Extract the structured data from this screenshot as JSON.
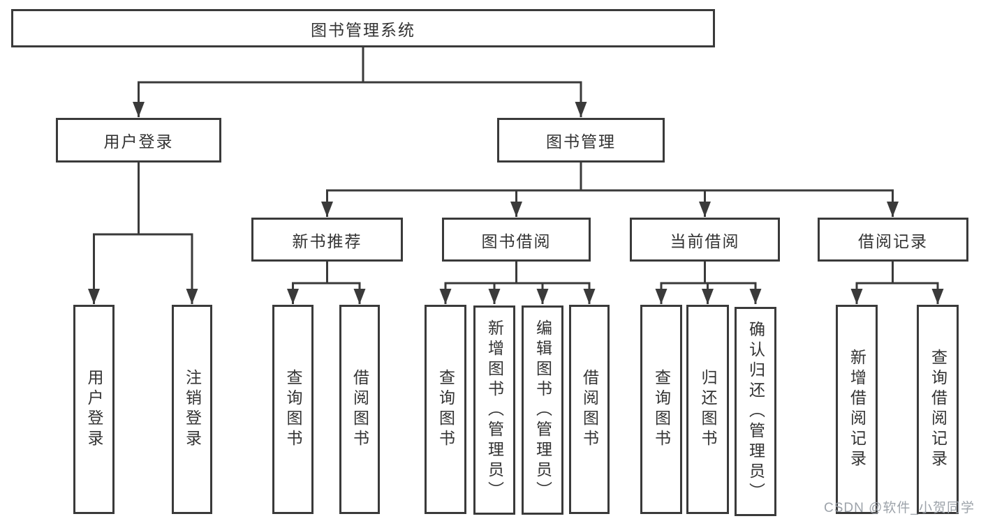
{
  "diagram": {
    "root": {
      "label": "图书管理系统"
    },
    "branches": [
      {
        "label": "用户登录",
        "children": [
          "用户登录",
          "注销登录"
        ]
      },
      {
        "label": "图书管理",
        "sections": [
          {
            "label": "新书推荐",
            "children": [
              "查询图书",
              "借阅图书"
            ]
          },
          {
            "label": "图书借阅",
            "children": [
              "查询图书",
              "新增图书（管理员）",
              "编辑图书（管理员）",
              "借阅图书"
            ]
          },
          {
            "label": "当前借阅",
            "children": [
              "查询图书",
              "归还图书",
              "确认归还（管理员）"
            ]
          },
          {
            "label": "借阅记录",
            "children": [
              "新增借阅记录",
              "查询借阅记录"
            ]
          }
        ]
      }
    ],
    "colors": {
      "line_and_border": "#3a3a3a",
      "text": "#333333",
      "background": "#ffffff",
      "watermark": "#989ea5"
    },
    "watermark": "CSDN @软件_小贺同学"
  }
}
